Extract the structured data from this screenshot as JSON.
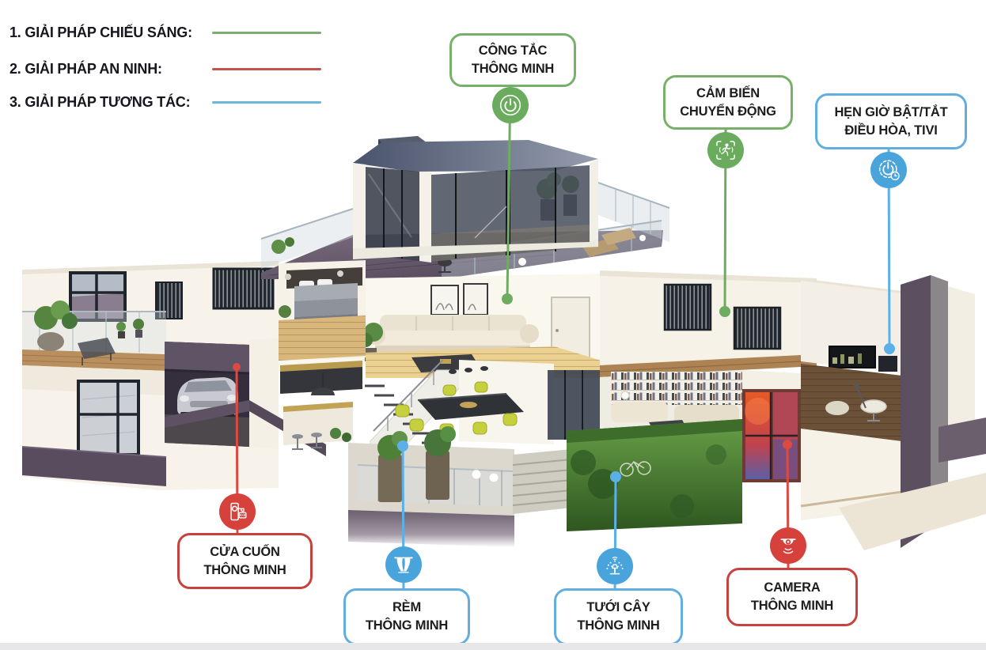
{
  "legend": {
    "items": [
      {
        "label": "1. GIẢI PHÁP CHIẾU SÁNG:",
        "color": "#7bae6c"
      },
      {
        "label": "2. GIẢI PHÁP AN NINH:",
        "color": "#c2544d"
      },
      {
        "label": "3. GIẢI PHÁP TƯƠNG TÁC:",
        "color": "#6fb6dc"
      }
    ]
  },
  "callouts": [
    {
      "name": "smart-switch",
      "line1": "CÔNG TẮC",
      "line2": "THÔNG MINH",
      "color": "#6aab5e",
      "icon": "power-icon"
    },
    {
      "name": "motion-sensor",
      "line1": "CẢM BIẾN",
      "line2": "CHUYỂN ĐỘNG",
      "color": "#6aab5e",
      "icon": "motion-sensor-icon"
    },
    {
      "name": "ac-tv-timer",
      "line1": "HẸN GIỜ BẬT/TẮT",
      "line2": "ĐIỀU HÒA, TIVI",
      "color": "#4aa4dc",
      "icon": "power-timer-icon"
    },
    {
      "name": "smart-rolling-door",
      "line1": "CỬA CUỐN",
      "line2": "THÔNG MINH",
      "color": "#d6413c",
      "icon": "door-lock-icon"
    },
    {
      "name": "smart-curtain",
      "line1": "RÈM",
      "line2": "THÔNG MINH",
      "color": "#4aa4dc",
      "icon": "curtain-icon"
    },
    {
      "name": "smart-irrigation",
      "line1": "TƯỚI CÂY",
      "line2": "THÔNG MINH",
      "color": "#4aa4dc",
      "icon": "sprinkler-icon"
    },
    {
      "name": "smart-camera",
      "line1": "CAMERA",
      "line2": "THÔNG MINH",
      "color": "#d6413c",
      "icon": "dome-camera-icon"
    }
  ],
  "colors": {
    "solution_lighting": "#6aab5e",
    "solution_security": "#d6413c",
    "solution_interaction": "#4aa4dc",
    "footer_bar": "#e7e6e8"
  }
}
